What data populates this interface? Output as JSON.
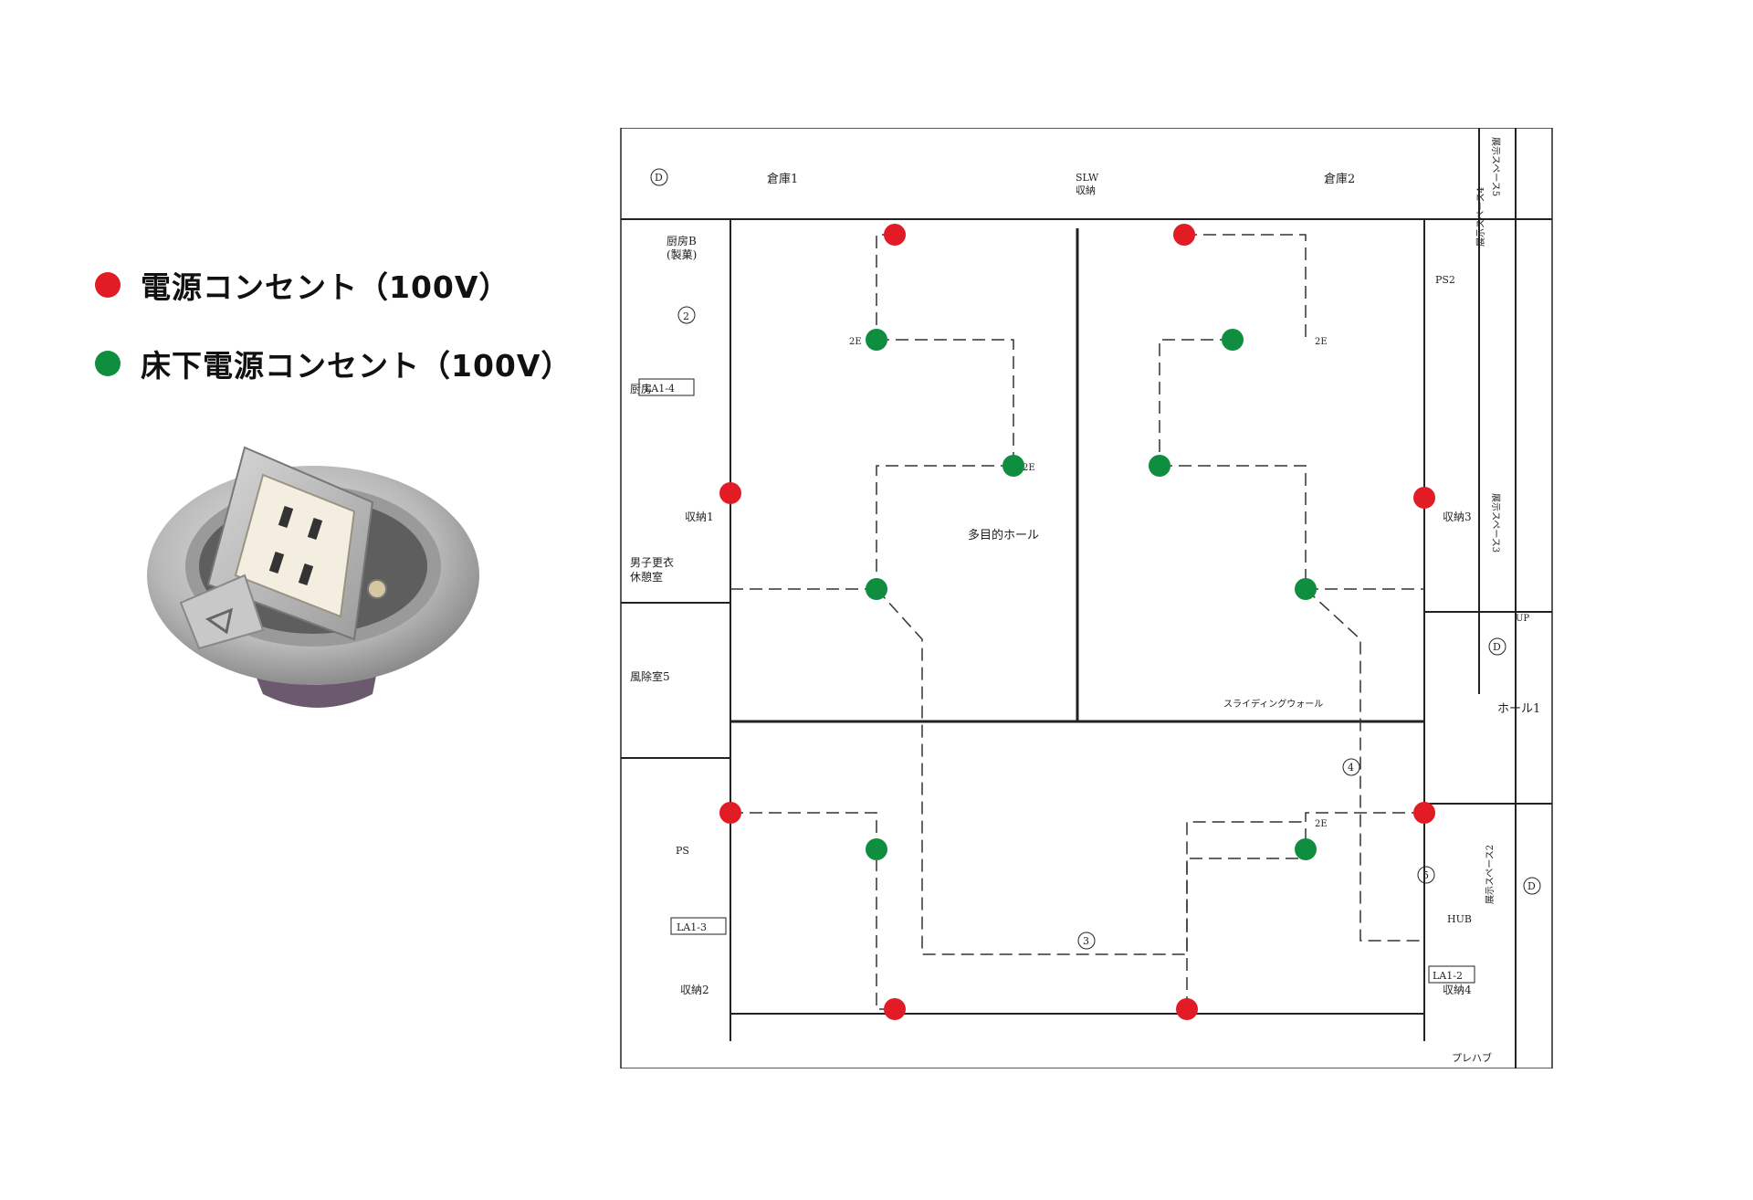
{
  "legend": {
    "power_outlet": {
      "label": "電源コンセント（100V）",
      "color": "#e11c24"
    },
    "floor_outlet": {
      "label": "床下電源コンセント（100V）",
      "color": "#0e8e3e"
    }
  },
  "plan": {
    "rooms": {
      "storage1": "倉庫1",
      "storage2": "倉庫2",
      "slw_top": "SLW",
      "slw_bottom": "収納",
      "kitchen_b": "厨房B",
      "kitchen_b_sub": "(製菓)",
      "kitchen": "厨房",
      "storage_1": "収納1",
      "storage_3": "収納3",
      "storage_2": "収納2",
      "storage_4": "収納4",
      "locker_1": "男子更衣",
      "locker_2": "休憩室",
      "windbreak": "風除室5",
      "main_hall": "多目的ホール",
      "sliding_wall": "スライディングウォール",
      "hall1": "ホール1",
      "ps": "PS",
      "ps2": "PS2",
      "hub": "HUB",
      "prep": "プレハブ",
      "up": "UP",
      "exhibit5": "展示スペース5",
      "exhibit4": "展示スペース4",
      "exhibit3": "展示スペース3",
      "exhibit2": "展示スペース2"
    },
    "panels": {
      "la1_4": "LA1-4",
      "la1_3": "LA1-3",
      "la1_2": "LA1-2"
    },
    "circuits": {
      "c2": "2",
      "c3": "3",
      "c4": "4",
      "c5": "5",
      "d": "D"
    },
    "outlet_tag": "2E"
  }
}
